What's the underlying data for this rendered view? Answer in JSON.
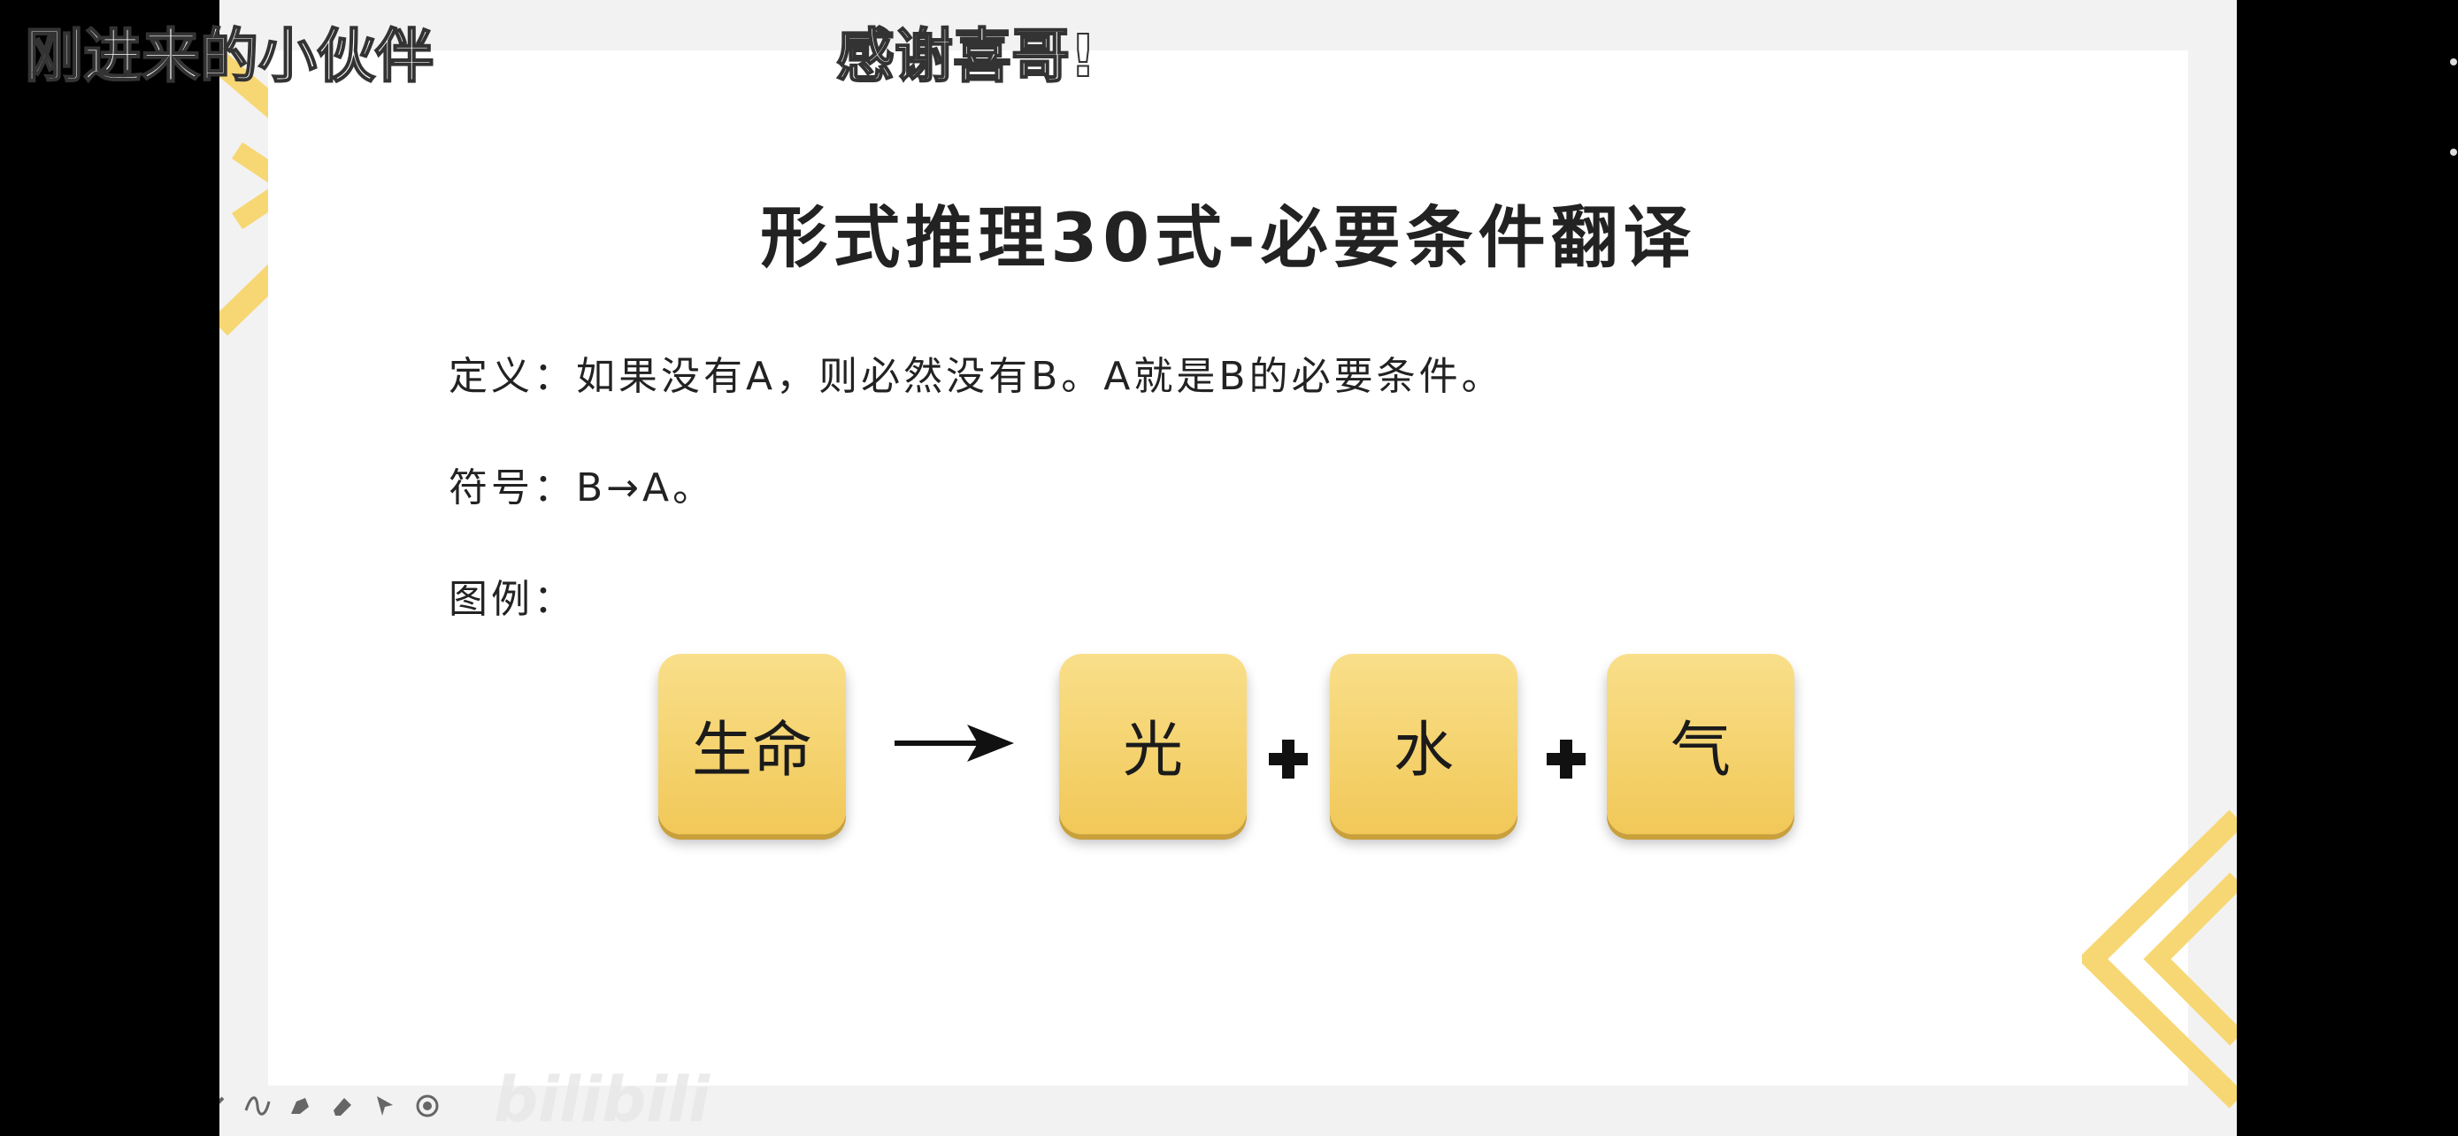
{
  "overlay": {
    "left_text": "刚进来的小伙伴",
    "center_text": "感谢喜哥!"
  },
  "slide": {
    "title": "形式推理30式-必要条件翻译",
    "definition": "定义：如果没有A，则必然没有B。A就是B的必要条件。",
    "symbol": "符号：B→A。",
    "legend": "图例：",
    "diagram": {
      "nodes": [
        "生命",
        "光",
        "水",
        "气"
      ],
      "connector": "arrow",
      "joiner": "plus"
    },
    "watermark": "bilibili",
    "colors": {
      "node_fill": "#f5d36e",
      "chevron": "#f7d774",
      "title_text": "#222222"
    }
  },
  "toolbar": {
    "icons": [
      "pen-icon",
      "curve-icon",
      "highlighter-icon",
      "eraser-icon",
      "pointer-icon",
      "record-icon"
    ]
  }
}
